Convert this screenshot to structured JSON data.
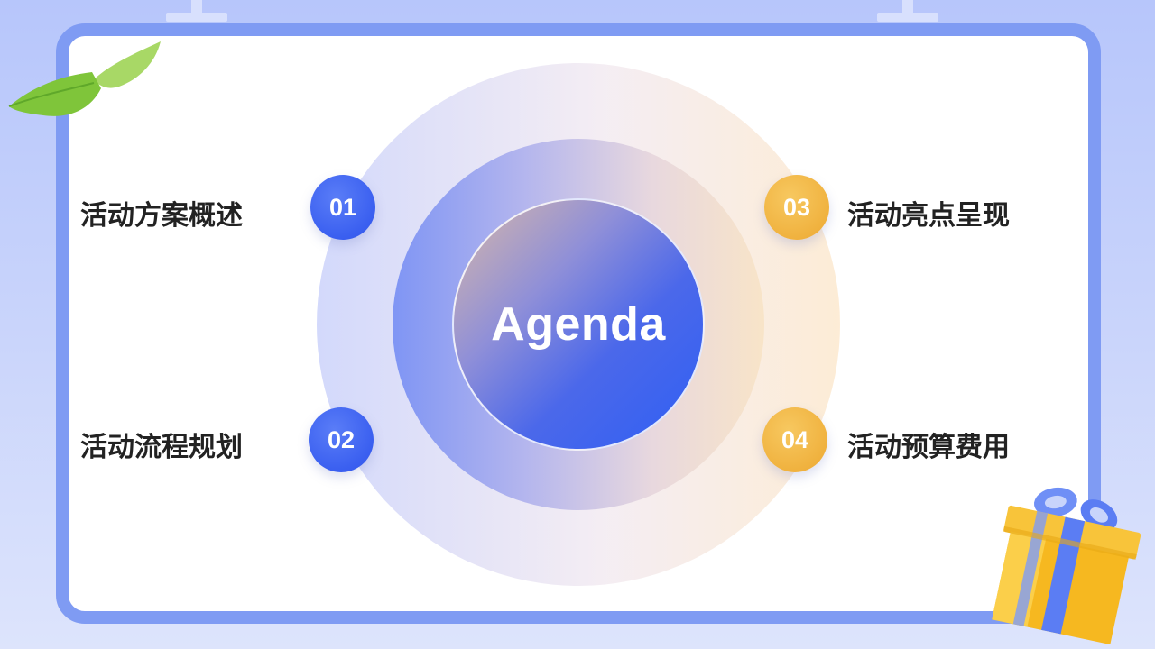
{
  "center": {
    "title": "Agenda"
  },
  "items": [
    {
      "number": "01",
      "label": "活动方案概述"
    },
    {
      "number": "02",
      "label": "活动流程规划"
    },
    {
      "number": "03",
      "label": "活动亮点呈现"
    },
    {
      "number": "04",
      "label": "活动预算费用"
    }
  ],
  "colors": {
    "frame": "#7f9bf3",
    "blue_badge": "#3a5ff0",
    "gold_badge": "#f0b23f",
    "leaf_green": "#7fc53a",
    "gift_yellow": "#f6b820",
    "gift_ribbon": "#5b7df3"
  },
  "decor": {
    "top_left": "leaf-icon",
    "bottom_right": "gift-box-icon"
  }
}
